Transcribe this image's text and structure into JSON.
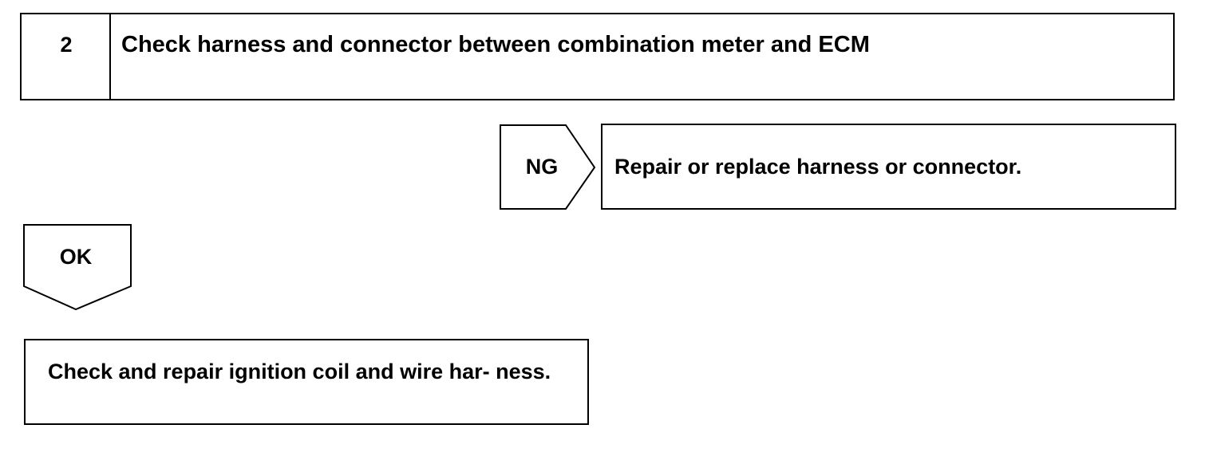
{
  "step": {
    "number": "2",
    "title": "Check harness and connector between combination meter and ECM"
  },
  "ng_branch": {
    "label": "NG",
    "result": "Repair or replace harness or connector."
  },
  "ok_branch": {
    "label": "OK",
    "result": "Check and repair ignition coil and wire har- ness."
  }
}
